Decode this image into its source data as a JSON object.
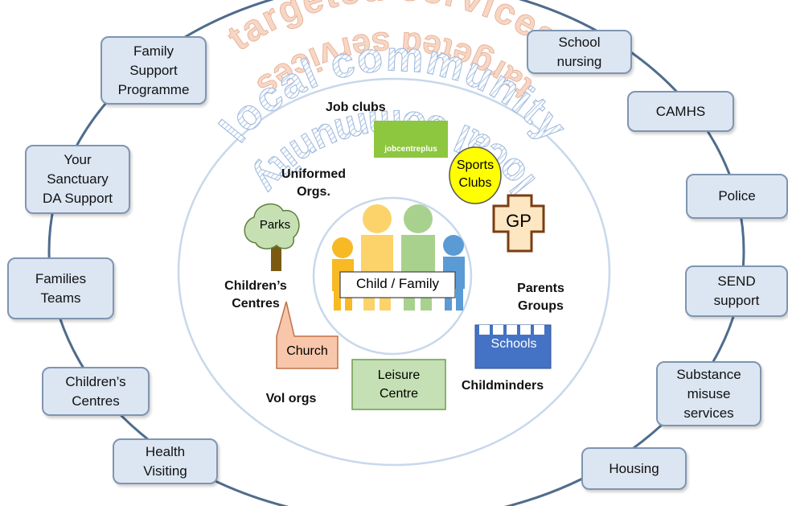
{
  "ring_words": {
    "targeted_top": "targeted services",
    "targeted_bottom": "targeted services",
    "local_top": "local community",
    "local_bottom": "local community"
  },
  "outer_services": {
    "family_support": "Family\nSupport\nProgramme",
    "your_sanctuary": "Your\nSanctuary\nDA Support",
    "families_teams": "Families\nTeams",
    "childrens_centres": "Children’s\nCentres",
    "health_visiting": "Health\nVisiting",
    "school_nursing": "School\nnursing",
    "camhs": "CAMHS",
    "police": "Police",
    "send": "SEND\nsupport",
    "substance": "Substance\nmisuse\nservices",
    "housing": "Housing"
  },
  "community": {
    "job_clubs": "Job clubs",
    "jobcentre_logo": "jobcentreplus",
    "sports_clubs": "Sports\nClubs",
    "uniformed_orgs": "Uniformed\nOrgs.",
    "gp": "GP",
    "parks": "Parks",
    "childrens_centres": "Children’s\nCentres",
    "parents_groups": "Parents\nGroups",
    "church": "Church",
    "schools": "Schools",
    "leisure_centre": "Leisure\nCentre",
    "childminders": "Childminders",
    "vol_orgs": "Vol orgs"
  },
  "center": {
    "label": "Child / Family"
  },
  "colors": {
    "outer_ring": "#4f6c8c",
    "box_fill": "#dce6f2",
    "ring_text_orange": "#f2c9b4",
    "ring_text_blue": "#bcd0ea",
    "person_orange": "#f7b924",
    "person_yellow": "#fbd36a",
    "person_green": "#a9d18e",
    "person_blue": "#5b9bd5"
  }
}
